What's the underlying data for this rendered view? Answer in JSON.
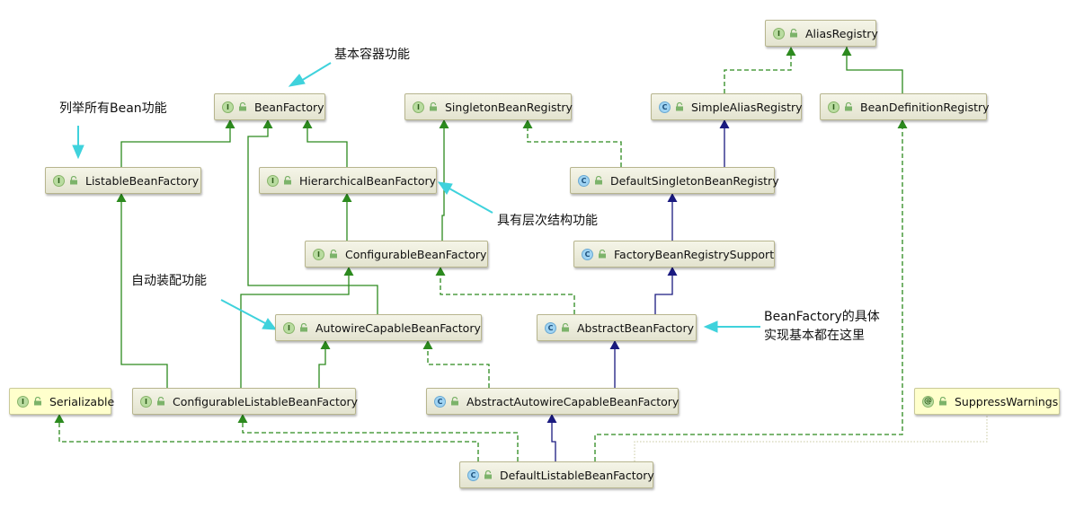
{
  "nodes": {
    "alias_registry": {
      "label": "AliasRegistry",
      "kind": "I"
    },
    "bean_factory": {
      "label": "BeanFactory",
      "kind": "I"
    },
    "singleton_bean_registry": {
      "label": "SingletonBeanRegistry",
      "kind": "I"
    },
    "simple_alias_registry": {
      "label": "SimpleAliasRegistry",
      "kind": "C"
    },
    "bean_definition_registry": {
      "label": "BeanDefinitionRegistry",
      "kind": "I"
    },
    "listable_bean_factory": {
      "label": "ListableBeanFactory",
      "kind": "I"
    },
    "hierarchical_bean_factory": {
      "label": "HierarchicalBeanFactory",
      "kind": "I"
    },
    "default_singleton_bean_registry": {
      "label": "DefaultSingletonBeanRegistry",
      "kind": "C"
    },
    "configurable_bean_factory": {
      "label": "ConfigurableBeanFactory",
      "kind": "I"
    },
    "factory_bean_registry_support": {
      "label": "FactoryBeanRegistrySupport",
      "kind": "C"
    },
    "autowire_capable_bean_factory": {
      "label": "AutowireCapableBeanFactory",
      "kind": "I"
    },
    "abstract_bean_factory": {
      "label": "AbstractBeanFactory",
      "kind": "C"
    },
    "serializable": {
      "label": "Serializable",
      "kind": "I"
    },
    "configurable_listable_bean_factory": {
      "label": "ConfigurableListableBeanFactory",
      "kind": "I"
    },
    "abstract_autowire_capable_bean_factory": {
      "label": "AbstractAutowireCapableBeanFactory",
      "kind": "C"
    },
    "suppress_warnings": {
      "label": "SuppressWarnings",
      "kind": "@"
    },
    "default_listable_bean_factory": {
      "label": "DefaultListableBeanFactory",
      "kind": "C"
    }
  },
  "notes": {
    "basic_container": "基本容器功能",
    "list_beans": "列举所有Bean功能",
    "hierarchy": "具有层次结构功能",
    "autowire": "自动装配功能",
    "bean_factory_impl_line1": "BeanFactory的具体",
    "bean_factory_impl_line2": "实现基本都在这里"
  },
  "colors": {
    "interface_edge": "#2c8a1e",
    "class_edge": "#1a1a80",
    "annotation_edge": "#c8c8a0",
    "note_arrow": "#3fd2dc",
    "node_border": "#b7b58e"
  }
}
